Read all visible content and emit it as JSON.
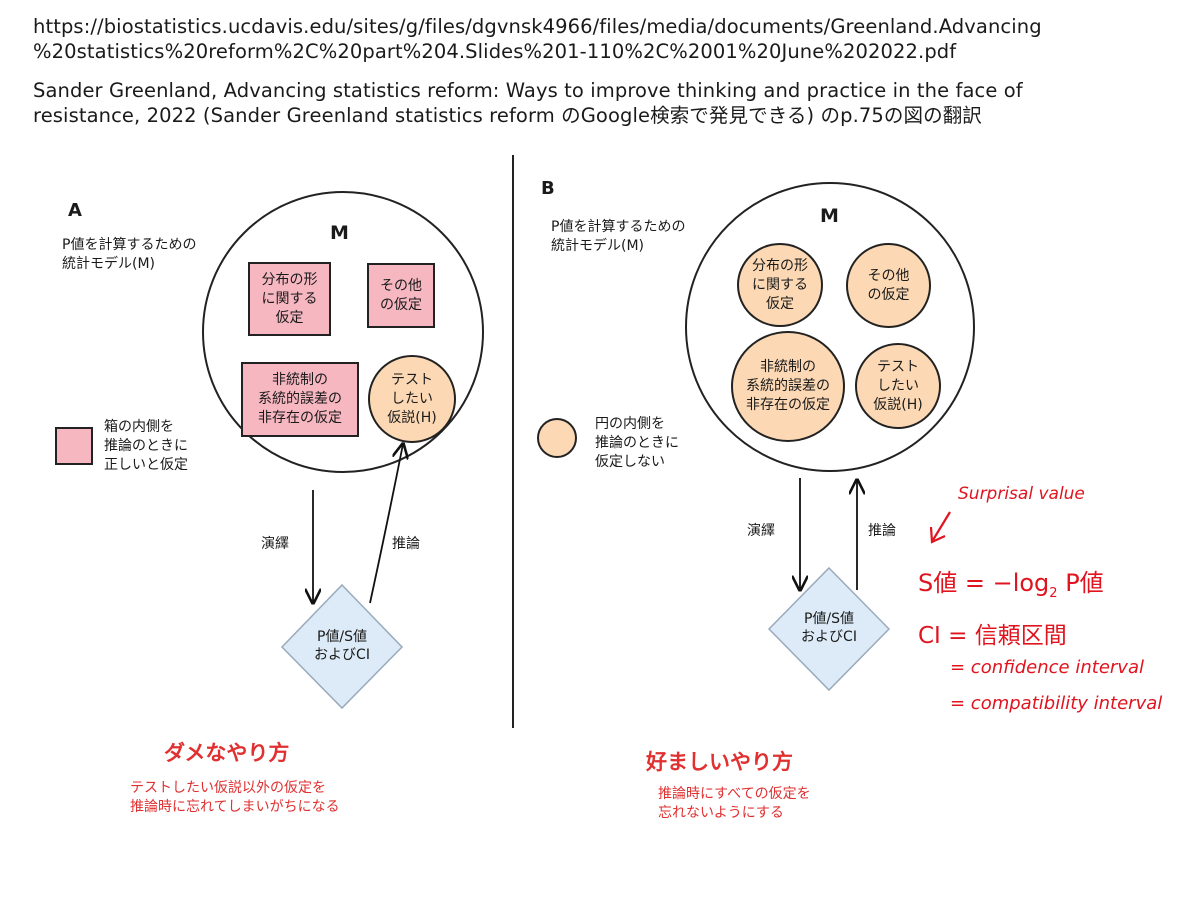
{
  "header": {
    "url_line1": "https://biostatistics.ucdavis.edu/sites/g/files/dgvnsk4966/files/media/documents/Greenland.Advancing",
    "url_line2": "%20statistics%20reform%2C%20part%204.Slides%201-110%2C%2001%20June%202022.pdf",
    "citation_line1": "Sander Greenland, Advancing statistics reform: Ways to improve thinking and practice in the face of",
    "citation_line2": "resistance, 2022 (Sander Greenland statistics reform のGoogle検索で発見できる) のp.75の図の翻訳"
  },
  "panel_a": {
    "letter": "A",
    "model_label": [
      "P値を計算するための",
      "統計モデル(M)"
    ],
    "circle_title": "M",
    "assumption_distribution": [
      "分布の形",
      "に関する",
      "仮定"
    ],
    "assumption_other": [
      "その他",
      "の仮定"
    ],
    "assumption_no_error": [
      "非統制の",
      "系統的誤差の",
      "非存在の仮定"
    ],
    "hypothesis": [
      "テスト",
      "したい",
      "仮説(H)"
    ],
    "legend": [
      "箱の内側を",
      "推論のときに",
      "正しいと仮定"
    ],
    "deduction": "演繹",
    "inference": "推論",
    "result": [
      "P値/S値",
      "およびCI"
    ],
    "verdict": "ダメなやり方",
    "verdict_sub": [
      "テストしたい仮説以外の仮定を",
      "推論時に忘れてしまいがちになる"
    ]
  },
  "panel_b": {
    "letter": "B",
    "model_label": [
      "P値を計算するための",
      "統計モデル(M)"
    ],
    "circle_title": "M",
    "assumption_distribution": [
      "分布の形",
      "に関する",
      "仮定"
    ],
    "assumption_other": [
      "その他",
      "の仮定"
    ],
    "assumption_no_error": [
      "非統制の",
      "系統的誤差の",
      "非存在の仮定"
    ],
    "hypothesis": [
      "テスト",
      "したい",
      "仮説(H)"
    ],
    "legend": [
      "円の内側を",
      "推論のときに",
      "仮定しない"
    ],
    "deduction": "演繹",
    "inference": "推論",
    "result": [
      "P値/S値",
      "およびCI"
    ],
    "verdict": "好ましいやり方",
    "verdict_sub": [
      "推論時にすべての仮定を",
      "忘れないようにする"
    ]
  },
  "handwritten": {
    "surprisal": "Surprisal value",
    "s_value_lhs": "S値 = −log",
    "s_value_sub": "2",
    "s_value_rhs": " P値",
    "ci_line": "CI = 信頼区間",
    "ci_confidence": "= confidence interval",
    "ci_compatibility": "= compatibility interval"
  },
  "colors": {
    "box_fill": "#f6b7c1",
    "circle_fill": "#fcd9b4",
    "diamond_fill": "#dcebf7",
    "accent_red": "#e03030"
  }
}
